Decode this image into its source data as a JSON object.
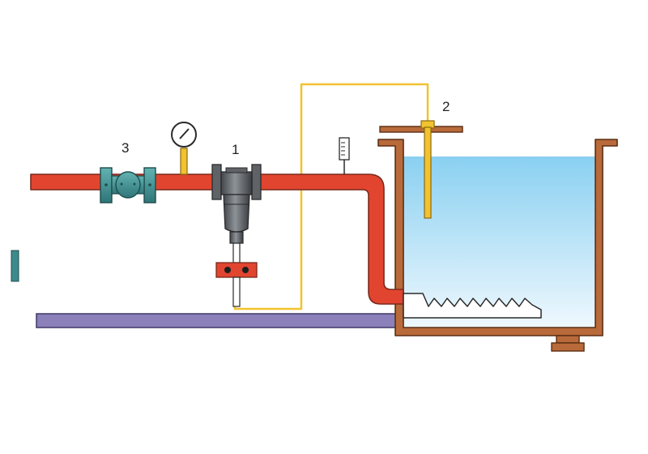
{
  "labels": {
    "regulator": "1",
    "sensor": "2",
    "valve": "3"
  },
  "colors": {
    "steam_pipe": "#e2452f",
    "pipe_outline": "#7a2a1c",
    "capillary": "#f2c230",
    "tank_wall": "#b96a3a",
    "tank_outline": "#5a2e14",
    "water_top": "#8ad0f1",
    "water_bottom": "#e9f6fd",
    "valve_body": "#3d8a8c",
    "regulator_body": "#5f6368",
    "condensate_pipe": "#8c80bb",
    "actuator_red": "#e2452f"
  }
}
